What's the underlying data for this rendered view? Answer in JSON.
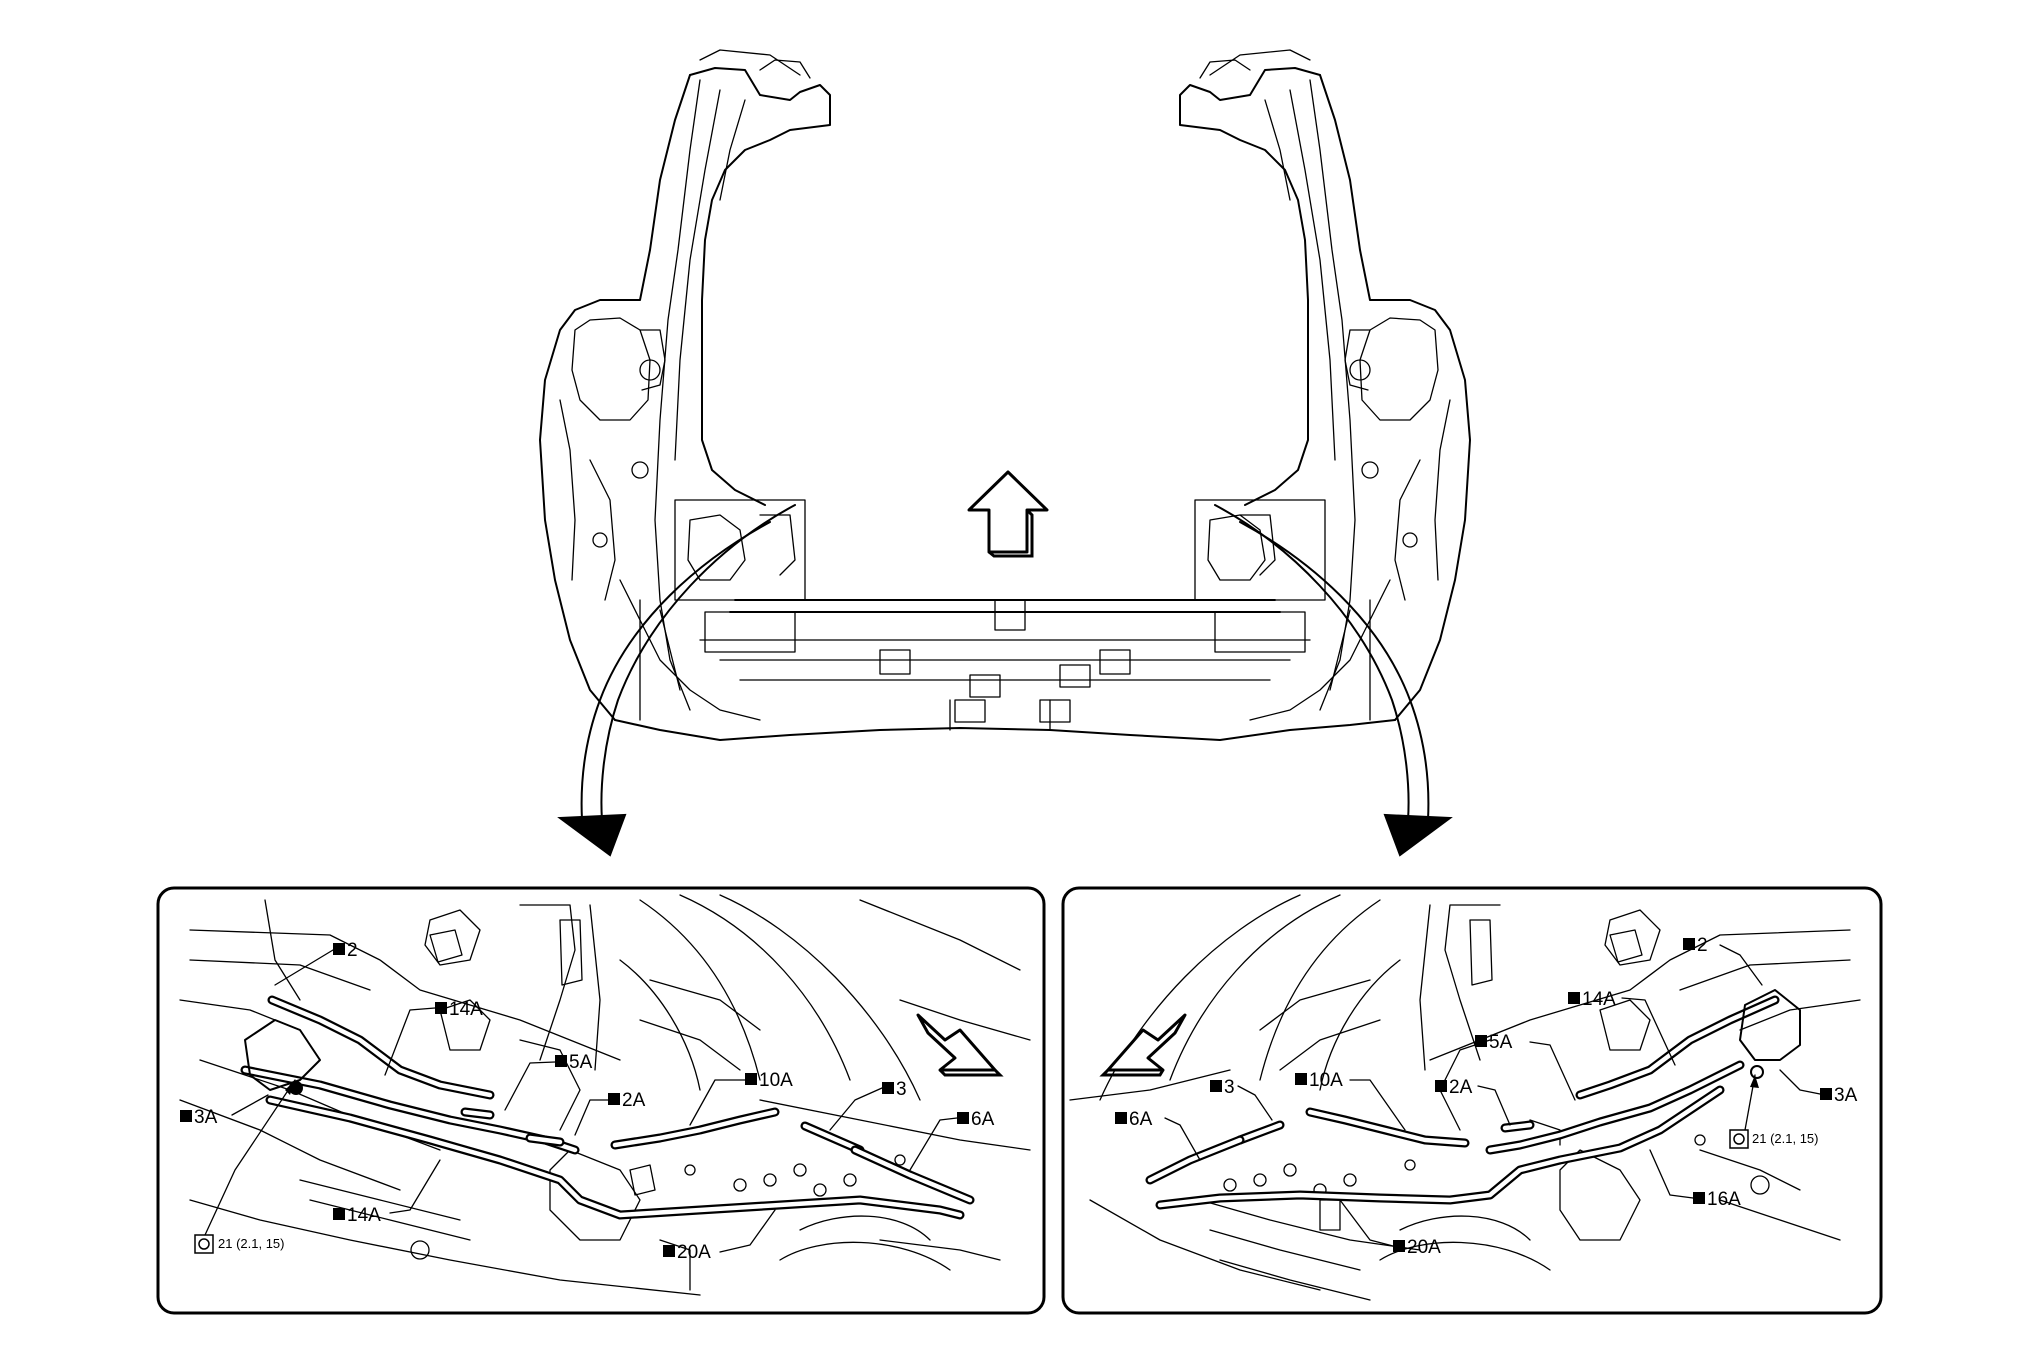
{
  "callouts": {
    "left": {
      "c2": "2",
      "c14a_top": "14A",
      "c3a": "3A",
      "c5a": "5A",
      "c2a": "2A",
      "c10a": "10A",
      "c3": "3",
      "c6a": "6A",
      "c14a_bottom": "14A",
      "c20a": "20A",
      "torque": "21 (2.1, 15)"
    },
    "right": {
      "c2": "2",
      "c14a": "14A",
      "c5a": "5A",
      "c10a": "10A",
      "c2a": "2A",
      "c3": "3",
      "c6a": "6A",
      "c3a": "3A",
      "torque": "21 (2.1, 15)",
      "c16a": "16A",
      "c20a": "20A"
    }
  },
  "icons": {
    "forward_arrow": "front-direction-arrow",
    "torque_symbol": "torque-wrench-symbol",
    "callout_marker": "black-square-marker"
  }
}
